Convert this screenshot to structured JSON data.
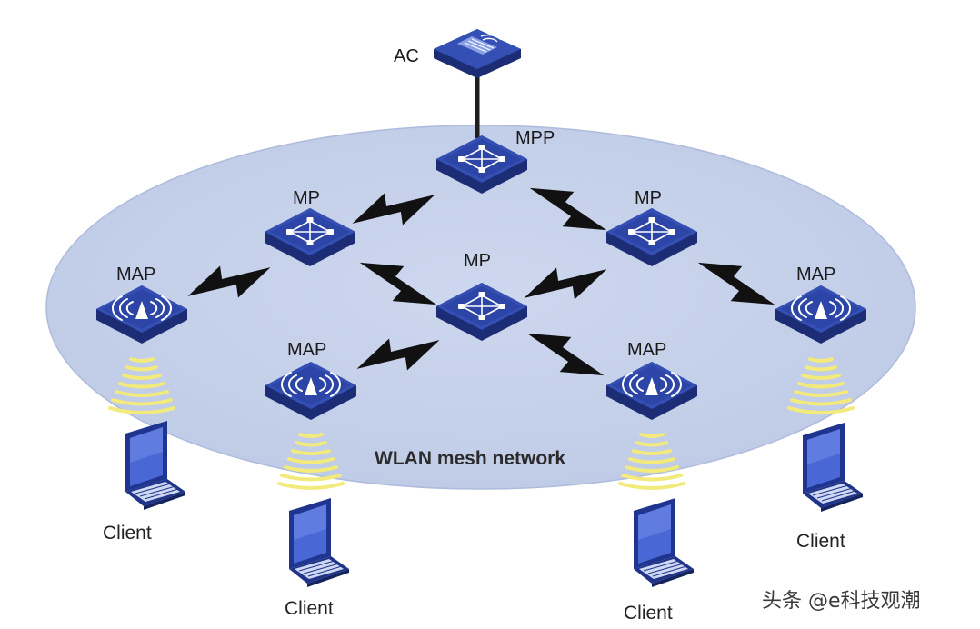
{
  "diagram": {
    "network_label": "WLAN mesh network",
    "colors": {
      "ellipse_fill": "#c5d0e8",
      "device_top": "#2f47a8",
      "device_side": "#1c2d75",
      "signal_waves": "#f4ee86",
      "link_bolt": "#111111"
    },
    "nodes": {
      "ac": {
        "label": "AC",
        "icon": "access-controller-icon"
      },
      "mpp": {
        "label": "MPP",
        "icon": "mesh-switch-icon"
      },
      "mp_left": {
        "label": "MP",
        "icon": "mesh-switch-icon"
      },
      "mp_right": {
        "label": "MP",
        "icon": "mesh-switch-icon"
      },
      "mp_center": {
        "label": "MP",
        "icon": "mesh-switch-icon"
      },
      "map_far_left": {
        "label": "MAP",
        "icon": "wireless-ap-icon"
      },
      "map_left": {
        "label": "MAP",
        "icon": "wireless-ap-icon"
      },
      "map_right": {
        "label": "MAP",
        "icon": "wireless-ap-icon"
      },
      "map_far_right": {
        "label": "MAP",
        "icon": "wireless-ap-icon"
      }
    },
    "clients": [
      {
        "label": "Client",
        "icon": "laptop-icon"
      },
      {
        "label": "Client",
        "icon": "laptop-icon"
      },
      {
        "label": "Client",
        "icon": "laptop-icon"
      },
      {
        "label": "Client",
        "icon": "laptop-icon"
      }
    ]
  },
  "watermark": {
    "text": "头条 @e科技观潮"
  }
}
